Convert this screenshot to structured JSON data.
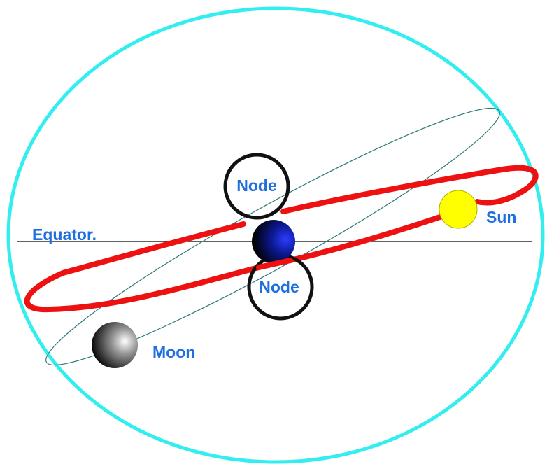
{
  "labels": {
    "equator": "Equator.",
    "node_upper": "Node",
    "node_lower": "Node",
    "sun": "Sun",
    "moon": "Moon"
  },
  "colors": {
    "celestial_sphere": "#33eef0",
    "ecliptic": "#ee1111",
    "lunar_orbit": "#2a7a78",
    "label_text": "#1f6fe0",
    "sun_fill": "#ffff00",
    "equator_line": "#000000",
    "node_ring": "#111111",
    "earth": "#1010c0"
  }
}
